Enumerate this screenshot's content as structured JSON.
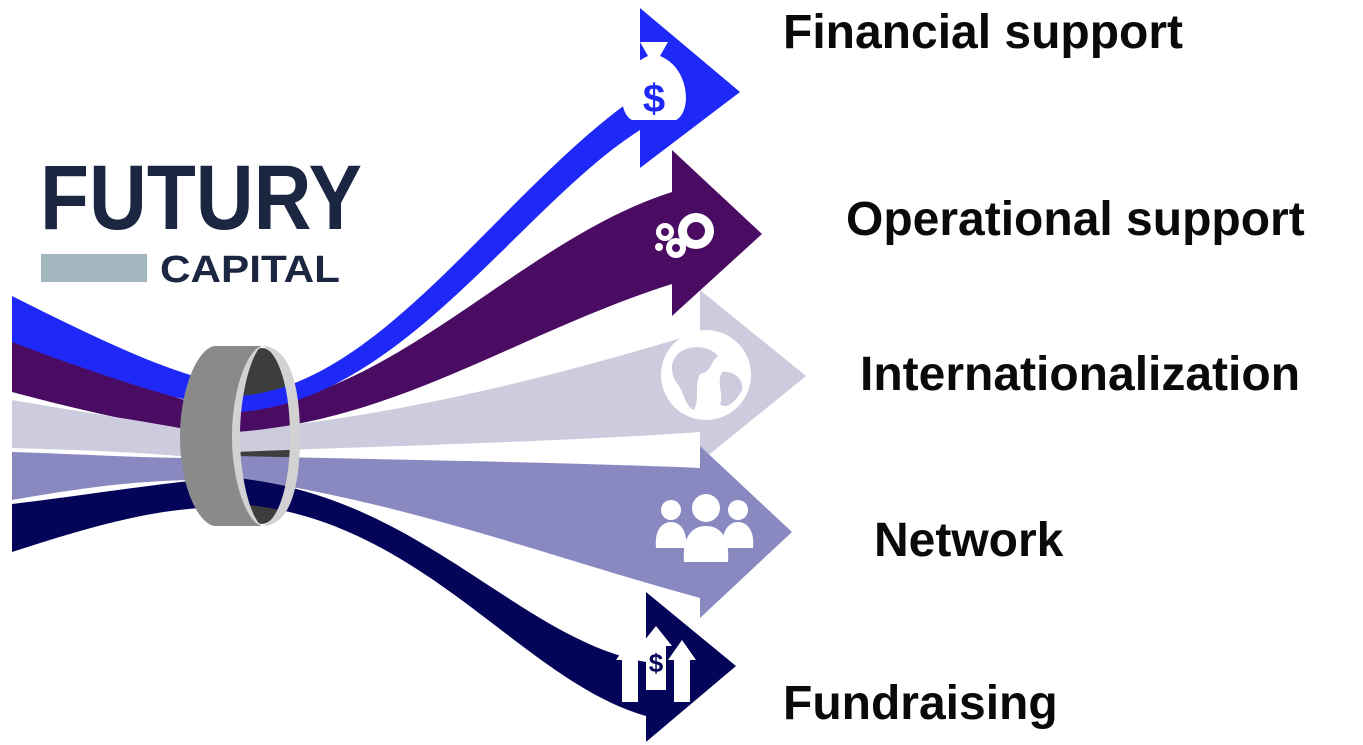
{
  "logo": {
    "wordmark": "FUTURY",
    "subtitle": "CAPITAL",
    "colors": {
      "dark": "#1b2641",
      "light": "#a2b7be"
    }
  },
  "items": [
    {
      "label": "Financial support",
      "color": "#1f29f7",
      "icon": "money-bag-icon"
    },
    {
      "label": "Operational support",
      "color": "#4a0c63",
      "icon": "gears-icon"
    },
    {
      "label": "Internationalization",
      "color": "#ccccde",
      "icon": "globe-icon"
    },
    {
      "label": "Network",
      "color": "#8988c0",
      "icon": "people-icon"
    },
    {
      "label": "Fundraising",
      "color": "#040458",
      "icon": "money-arrows-icon"
    }
  ],
  "ring": {
    "outer": "#8a8a8a",
    "inner": "#3d3d3d",
    "rim": "#d2d2d2"
  }
}
